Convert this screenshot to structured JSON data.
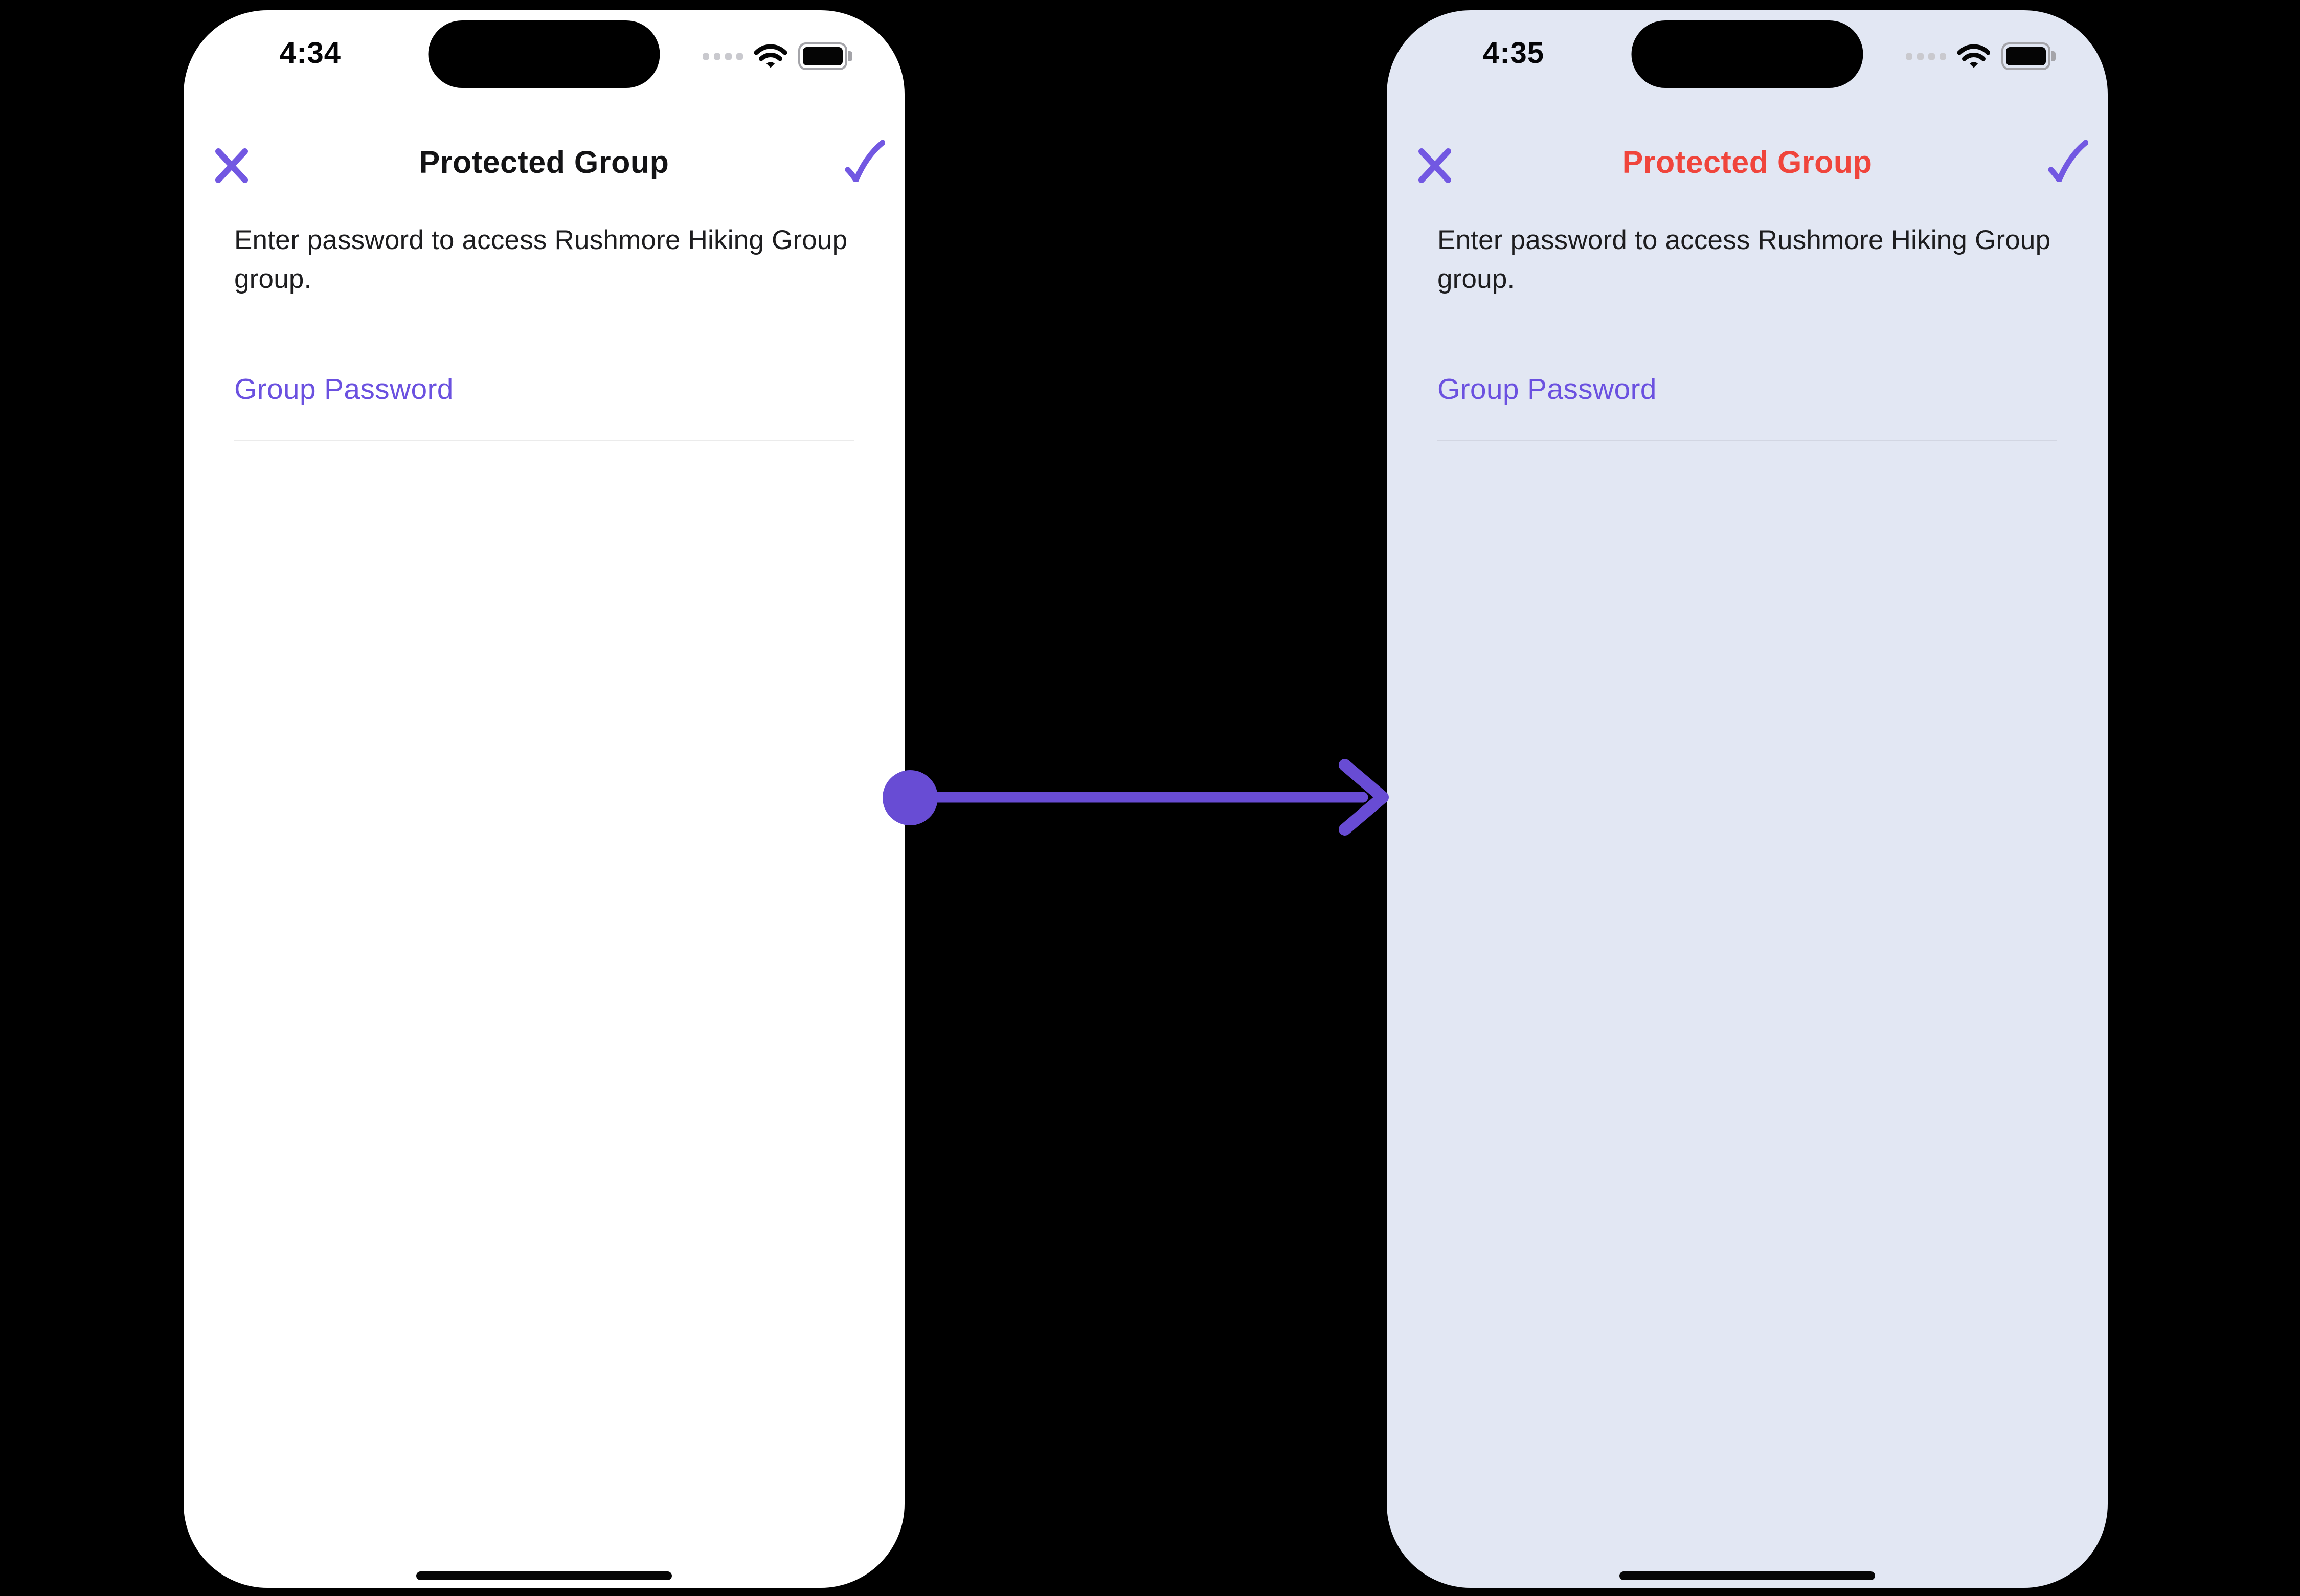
{
  "canvas": {
    "background_color": "#000000"
  },
  "transition_arrow": {
    "color": "#684CD4",
    "direction": "left-to-right"
  },
  "phones": [
    {
      "state": "before",
      "screen_background": "#FFFFFF",
      "status_bar": {
        "time": "4:34",
        "cellular_icon": "cellular-signal-dots-icon",
        "wifi_icon": "wifi-icon",
        "battery_icon": "battery-icon"
      },
      "nav": {
        "close_icon": "close-x-icon",
        "title": "Protected Group",
        "title_color": "#131315",
        "confirm_icon": "checkmark-icon",
        "icon_color": "#7258E2"
      },
      "form": {
        "description": "Enter password to access Rushmore Hiking Group group.",
        "password_label": "Group Password",
        "password_value": "",
        "label_color": "#6B51E0",
        "divider_color": "#EBEBEB"
      }
    },
    {
      "state": "after",
      "screen_background": "#E2E7F3",
      "status_bar": {
        "time": "4:35",
        "cellular_icon": "cellular-signal-dots-icon",
        "wifi_icon": "wifi-icon",
        "battery_icon": "battery-icon"
      },
      "nav": {
        "close_icon": "close-x-icon",
        "title": "Protected Group",
        "title_color": "#F0453C",
        "confirm_icon": "checkmark-icon",
        "icon_color": "#7258E2"
      },
      "form": {
        "description": "Enter password to access Rushmore Hiking Group group.",
        "password_label": "Group Password",
        "password_value": "",
        "label_color": "#6B51E0",
        "divider_color": "#D2D6E2"
      }
    }
  ]
}
